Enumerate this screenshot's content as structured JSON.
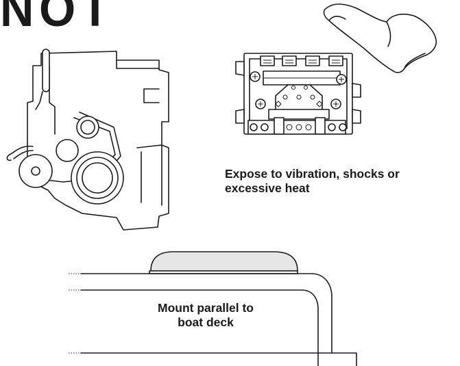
{
  "heading": "NOT",
  "captions": {
    "vibration": "Expose to vibration, shocks or excessive heat",
    "parallel_line1": "Mount parallel to",
    "parallel_line2": "boat deck"
  },
  "colors": {
    "ink": "#1a1a1a",
    "background": "#ffffff",
    "device_top": "#e6e6e6"
  },
  "icons": [
    "engine-icon",
    "control-box-icon",
    "shoe-icon",
    "device-dome-icon"
  ]
}
